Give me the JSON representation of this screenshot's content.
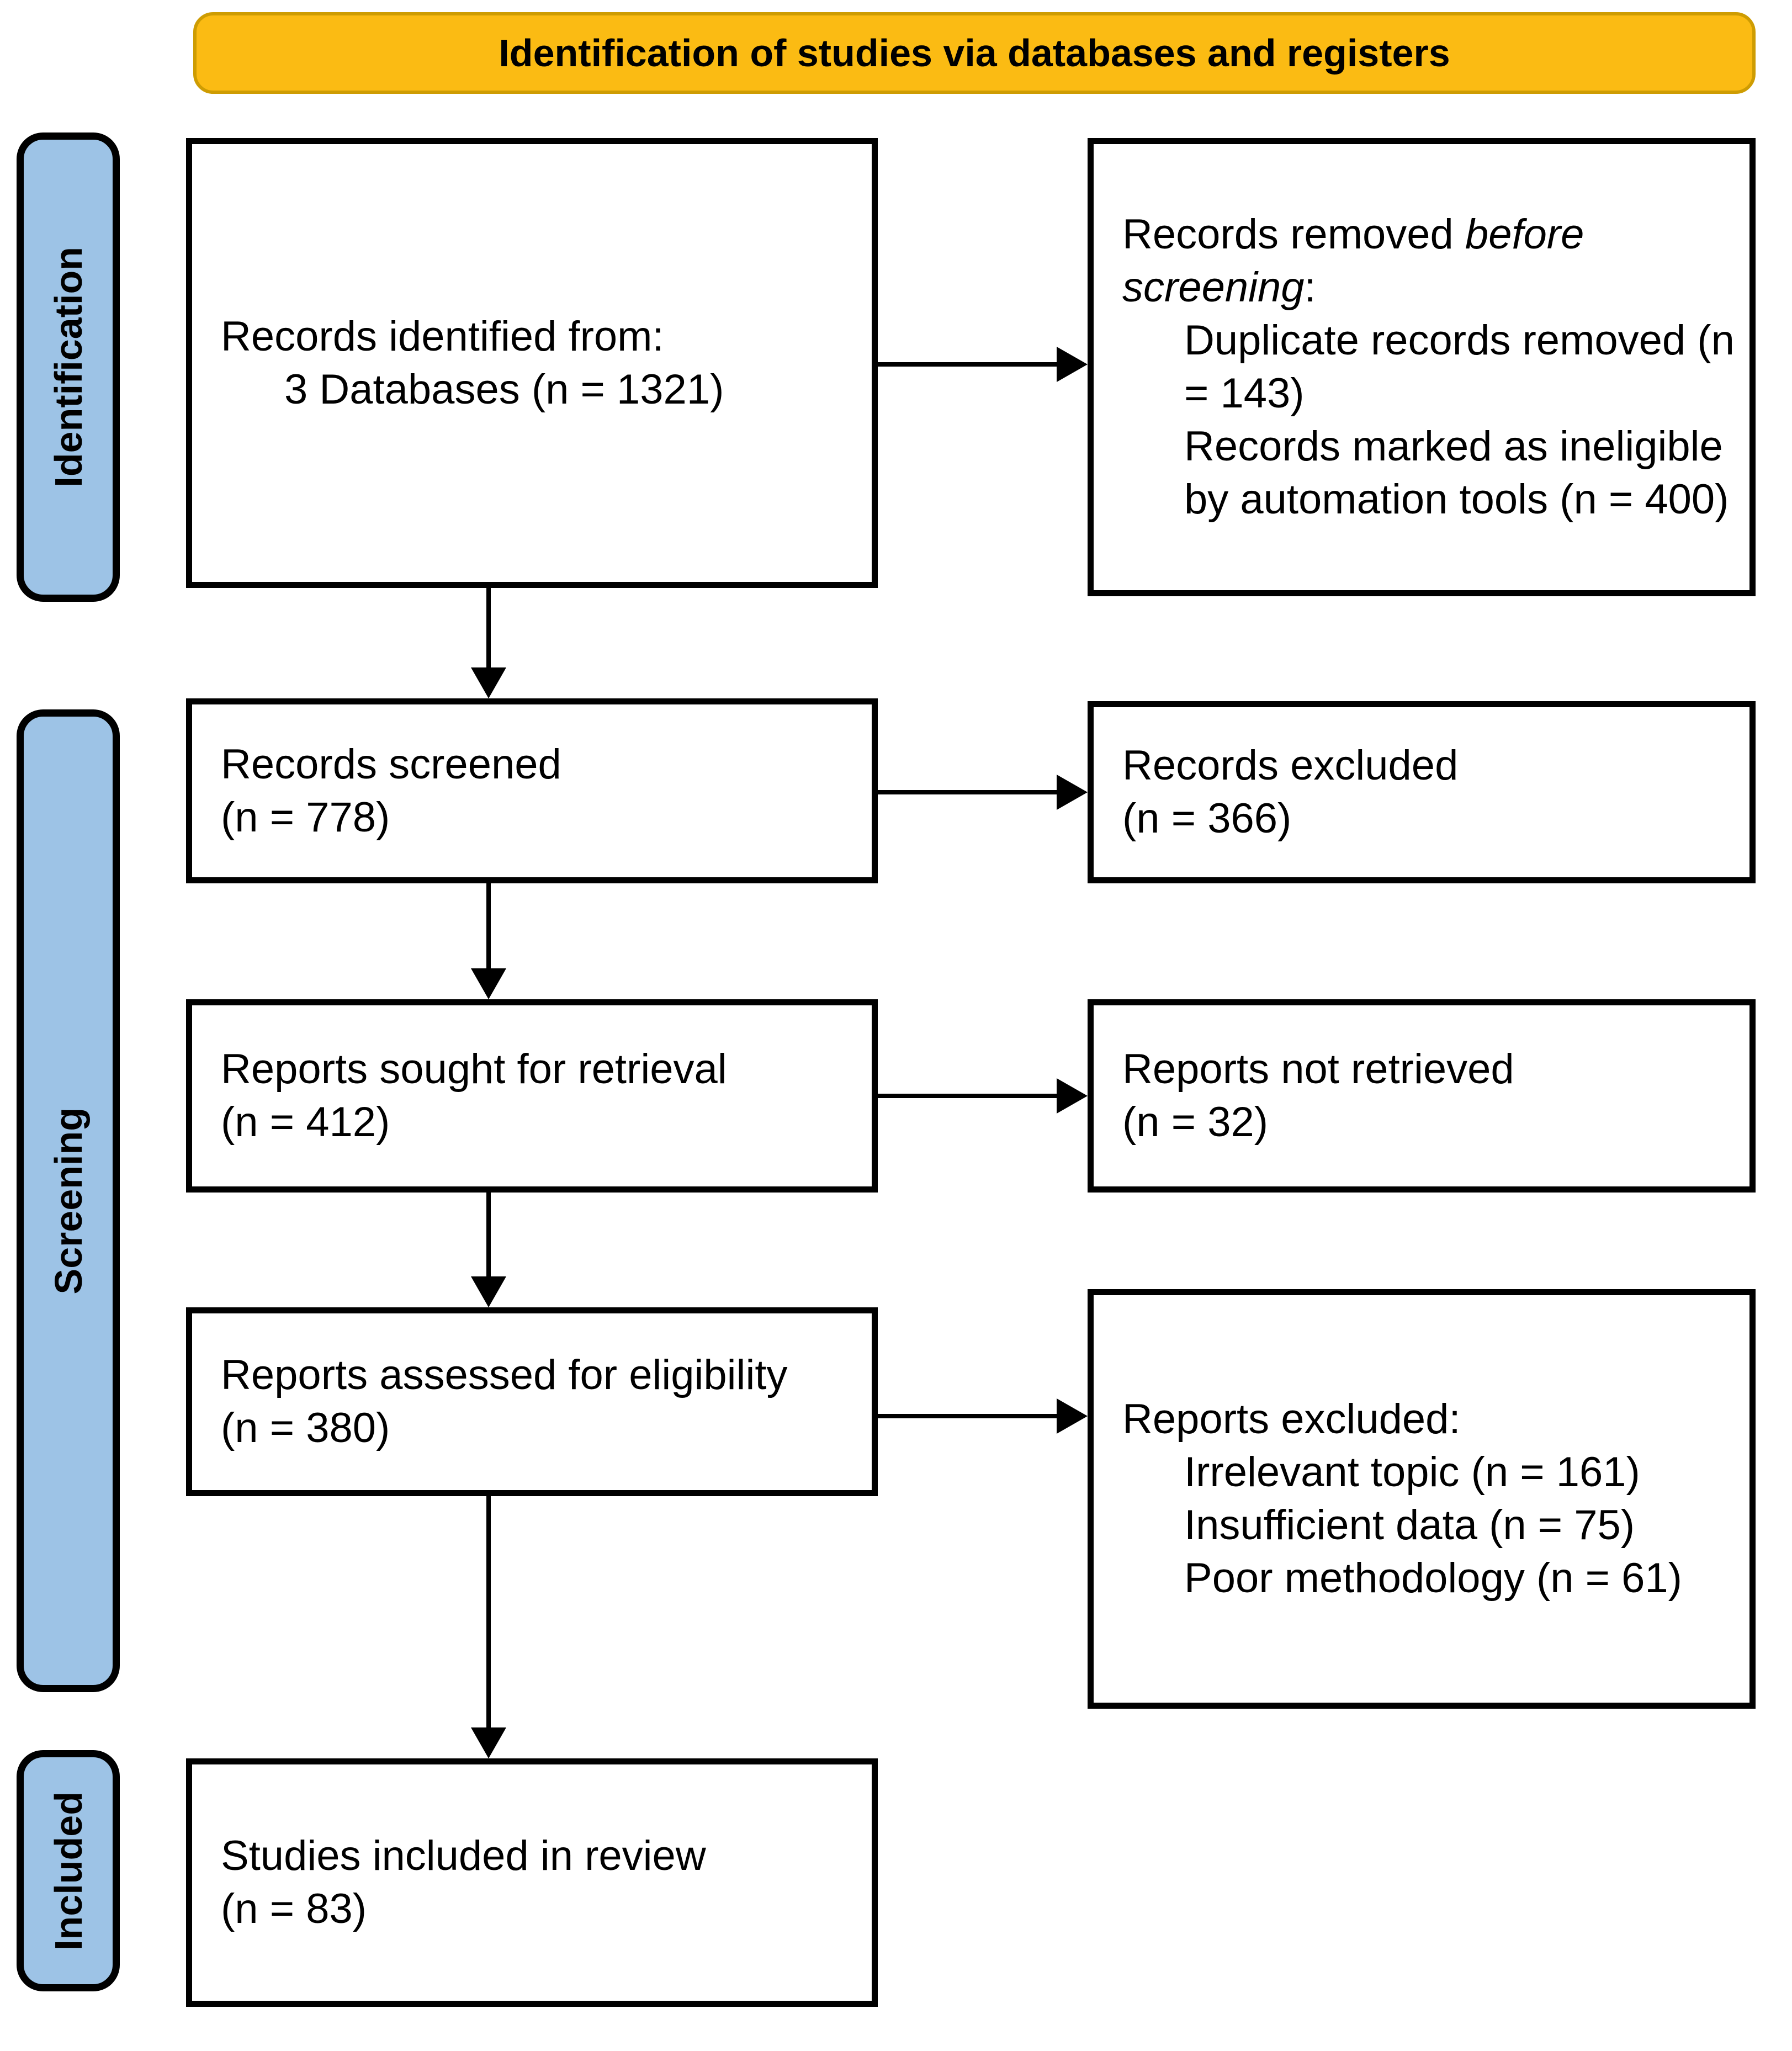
{
  "banner": {
    "title": "Identification of studies via databases and registers"
  },
  "stages": {
    "identification": "Identification",
    "screening": "Screening",
    "included": "Included"
  },
  "flow": {
    "identified": {
      "heading": "Records identified from:",
      "detail": "3 Databases (n = 1321)"
    },
    "removed": {
      "heading_prefix": "Records removed ",
      "heading_italic": "before screening",
      "heading_suffix": ":",
      "items": [
        "Duplicate records removed (n = 143)",
        "Records marked as ineligible by automation tools (n = 400)"
      ]
    },
    "screened": {
      "title": "Records screened",
      "count": "(n = 778)"
    },
    "records_excluded": {
      "title": "Records excluded",
      "count": "(n = 366)"
    },
    "sought": {
      "title": "Reports sought for retrieval",
      "count": "(n = 412)"
    },
    "not_retrieved": {
      "title": "Reports not retrieved",
      "count": "(n = 32)"
    },
    "assessed": {
      "title": "Reports assessed for eligibility",
      "count": "(n = 380)"
    },
    "reports_excluded": {
      "heading": "Reports excluded:",
      "items": [
        "Irrelevant topic (n = 161)",
        "Insufficient data (n = 75)",
        "Poor methodology (n = 61)"
      ]
    },
    "included_studies": {
      "title": "Studies included in review",
      "count": "(n = 83)"
    }
  },
  "colors": {
    "banner_fill": "#FBBB13",
    "banner_border": "#CE9C02",
    "stage_fill": "#9DC3E6",
    "line_color": "#000000"
  }
}
